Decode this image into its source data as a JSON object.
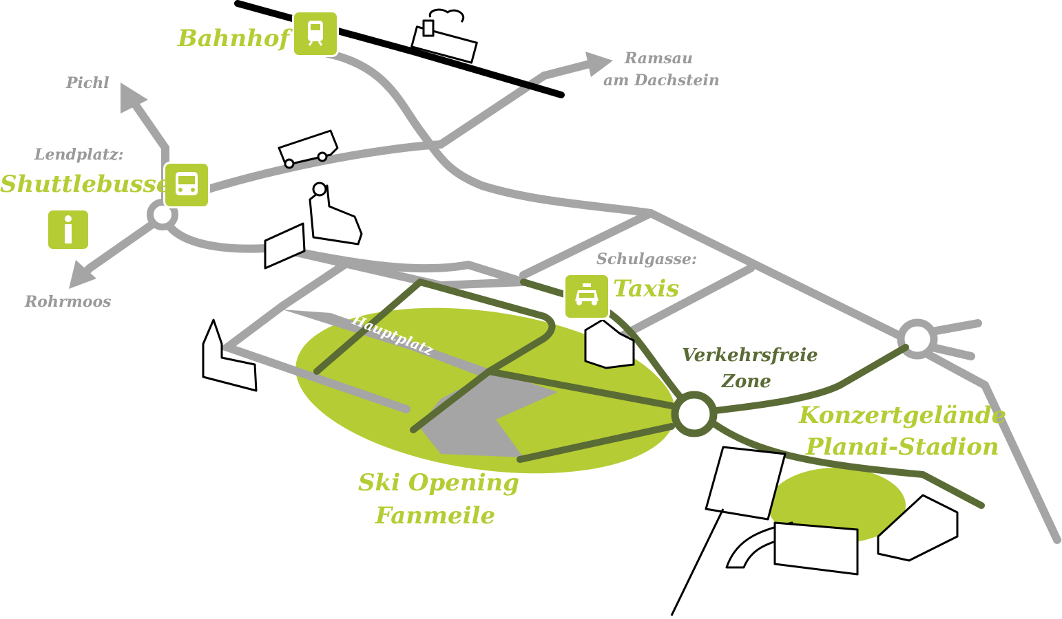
{
  "colors": {
    "lime": "#b5cc34",
    "dark_green": "#5a6b35",
    "road_gray": "#a5a5a5",
    "rail": "#000000"
  },
  "labels": {
    "bahnhof": "Bahnhof",
    "ramsau": "Ramsau",
    "ramsau2": "am Dachstein",
    "pichl": "Pichl",
    "lendplatz": "Lendplatz:",
    "shuttlebusse": "Shuttlebusse",
    "rohrmoos": "Rohrmoos",
    "schulgasse": "Schulgasse:",
    "taxis": "Taxis",
    "hauptplatz": "Hauptplatz",
    "verkehrsfreie": "Verkehrsfreie",
    "zone": "Zone",
    "konzert": "Konzertgelände",
    "planai": "Planai-Stadion",
    "ski": "Ski Opening",
    "fanmeile": "Fanmeile"
  },
  "icons": [
    "train-icon",
    "bus-icon",
    "info-icon",
    "taxi-icon",
    "steam-train-icon",
    "bus-drawing-icon",
    "church-icon",
    "gate-icon",
    "building-icon",
    "stadium-icon"
  ]
}
